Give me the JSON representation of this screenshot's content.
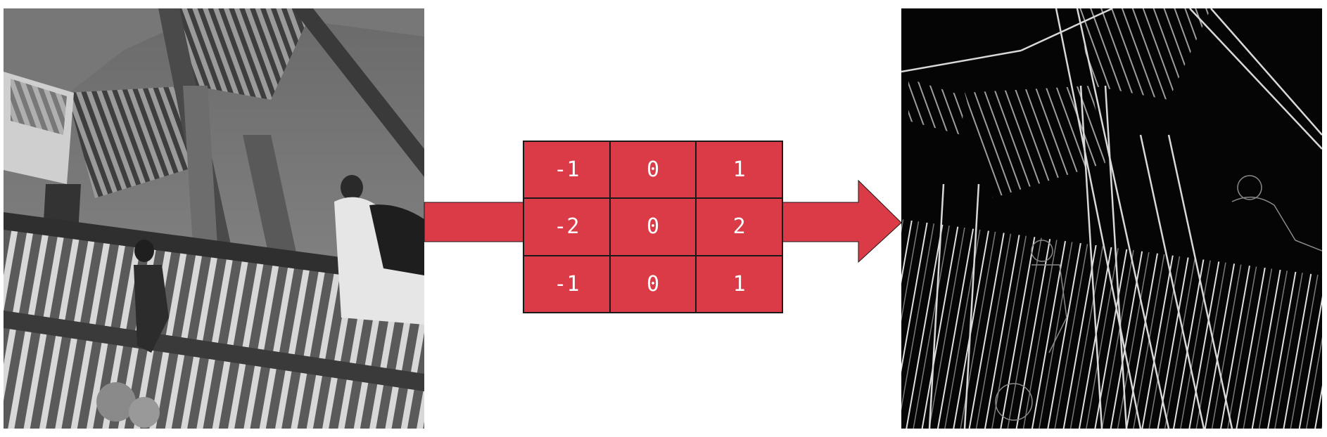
{
  "colors": {
    "accent": "#db3a47",
    "grid_line": "#1a1a1a",
    "cell_text": "#ffffff",
    "background": "#ffffff"
  },
  "input_image": {
    "icon": "grayscale-staircase-photo",
    "tone": "grayscale"
  },
  "output_image": {
    "icon": "edge-map-staircase-photo",
    "tone": "black-with-white-edges"
  },
  "kernel": {
    "rows": [
      [
        "-1",
        "0",
        "1"
      ],
      [
        "-2",
        "0",
        "2"
      ],
      [
        "-1",
        "0",
        "1"
      ]
    ]
  },
  "arrow": {
    "icon": "right-arrow",
    "direction": "right"
  }
}
